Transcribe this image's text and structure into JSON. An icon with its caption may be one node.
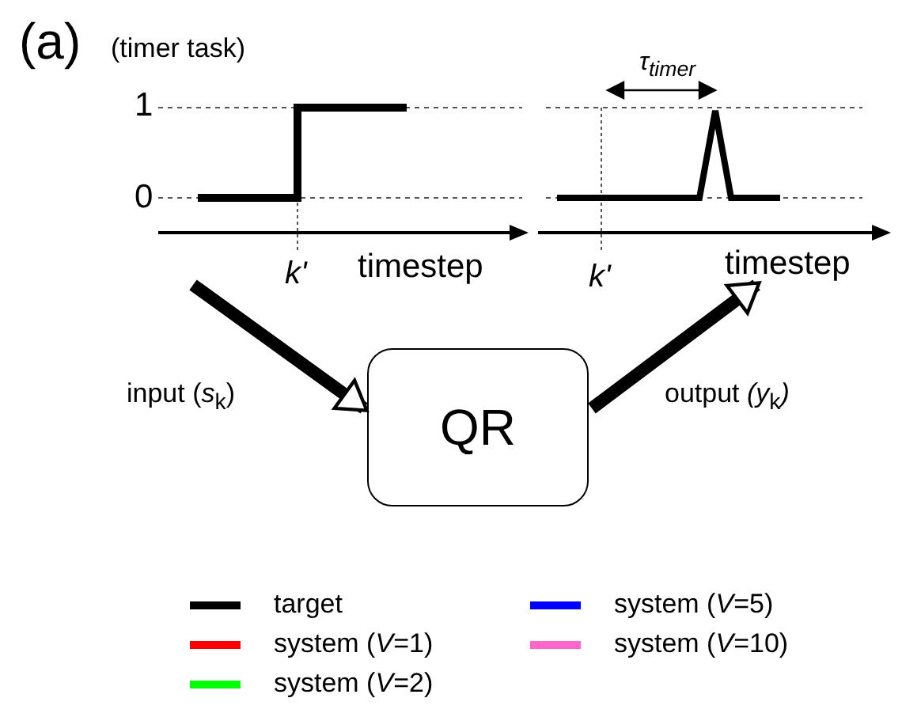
{
  "diagram": {
    "nodes": [
      {
        "text": [],
        "shape": "picture"
      },
      {
        "text": [],
        "shape": "picture"
      },
      {
        "text": [
          "QR"
        ]
      }
    ],
    "edges": [
      {
        "from": 0,
        "to": 2,
        "arrow": "to",
        "label": "input (*s*$_{k}$)"
      },
      {
        "from": 2,
        "to": 1,
        "arrow": "to",
        "label": "output *(y*$_{k}$*)*"
      }
    ],
    "labels": [
      "(a)",
      "(timer task)",
      "1",
      "0",
      "k'",
      "timestep",
      "τ$_{timer}$",
      "k'",
      "timestep"
    ],
    "legend": [
      {
        "text": "target",
        "color": "#000000"
      },
      {
        "text": "system (*V*=5)",
        "color": "#0000ff"
      },
      {
        "text": "system (*V*=1)",
        "color": "#ff0000"
      },
      {
        "text": "system (*V*=10)",
        "color": "#ff66cc"
      },
      {
        "text": "system (*V*=2)",
        "color": "#00ff00"
      }
    ]
  }
}
